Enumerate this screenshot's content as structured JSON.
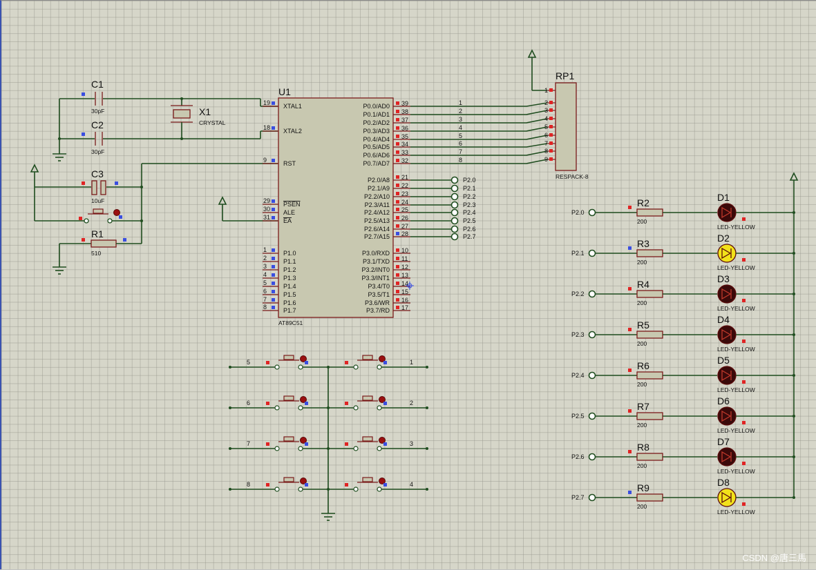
{
  "chip": {
    "ref": "U1",
    "part": "AT89C51",
    "left_pins": [
      {
        "num": "19",
        "name": "XTAL1"
      },
      {
        "num": "18",
        "name": "XTAL2"
      },
      {
        "num": "9",
        "name": "RST"
      },
      {
        "num": "29",
        "name": "PSEN"
      },
      {
        "num": "30",
        "name": "ALE"
      },
      {
        "num": "31",
        "name": "EA"
      },
      {
        "num": "1",
        "name": "P1.0"
      },
      {
        "num": "2",
        "name": "P1.1"
      },
      {
        "num": "3",
        "name": "P1.2"
      },
      {
        "num": "4",
        "name": "P1.3"
      },
      {
        "num": "5",
        "name": "P1.4"
      },
      {
        "num": "6",
        "name": "P1.5"
      },
      {
        "num": "7",
        "name": "P1.6"
      },
      {
        "num": "8",
        "name": "P1.7"
      }
    ],
    "right_pins": [
      {
        "num": "39",
        "name": "P0.0/AD0"
      },
      {
        "num": "38",
        "name": "P0.1/AD1"
      },
      {
        "num": "37",
        "name": "P0.2/AD2"
      },
      {
        "num": "36",
        "name": "P0.3/AD3"
      },
      {
        "num": "35",
        "name": "P0.4/AD4"
      },
      {
        "num": "34",
        "name": "P0.5/AD5"
      },
      {
        "num": "33",
        "name": "P0.6/AD6"
      },
      {
        "num": "32",
        "name": "P0.7/AD7"
      },
      {
        "num": "21",
        "name": "P2.0/A8"
      },
      {
        "num": "22",
        "name": "P2.1/A9"
      },
      {
        "num": "23",
        "name": "P2.2/A10"
      },
      {
        "num": "24",
        "name": "P2.3/A11"
      },
      {
        "num": "25",
        "name": "P2.4/A12"
      },
      {
        "num": "26",
        "name": "P2.5/A13"
      },
      {
        "num": "27",
        "name": "P2.6/A14"
      },
      {
        "num": "28",
        "name": "P2.7/A15"
      },
      {
        "num": "10",
        "name": "P3.0/RXD"
      },
      {
        "num": "11",
        "name": "P3.1/TXD"
      },
      {
        "num": "12",
        "name": "P3.2/INT0"
      },
      {
        "num": "13",
        "name": "P3.3/INT1"
      },
      {
        "num": "14",
        "name": "P3.4/T0"
      },
      {
        "num": "15",
        "name": "P3.5/T1"
      },
      {
        "num": "16",
        "name": "P3.6/WR"
      },
      {
        "num": "17",
        "name": "P3.7/RD"
      }
    ]
  },
  "p2_terminals": [
    "P2.0",
    "P2.1",
    "P2.2",
    "P2.3",
    "P2.4",
    "P2.5",
    "P2.6",
    "P2.7"
  ],
  "respack": {
    "ref": "RP1",
    "part": "RESPACK-8",
    "pins": [
      "1",
      "2",
      "3",
      "4",
      "5",
      "6",
      "7",
      "8",
      "9"
    ],
    "bus_labels": [
      "1",
      "2",
      "3",
      "4",
      "5",
      "6",
      "7",
      "8"
    ]
  },
  "c1": {
    "ref": "C1",
    "value": "30pF"
  },
  "c2": {
    "ref": "C2",
    "value": "30pF"
  },
  "c3": {
    "ref": "C3",
    "value": "10uF"
  },
  "x1": {
    "ref": "X1",
    "value": "CRYSTAL"
  },
  "r1": {
    "ref": "R1",
    "value": "510"
  },
  "leds": [
    {
      "port": "P2.0",
      "res": "R2",
      "res_val": "200",
      "led": "D1",
      "part": "LED-YELLOW",
      "lit": false
    },
    {
      "port": "P2.1",
      "res": "R3",
      "res_val": "200",
      "led": "D2",
      "part": "LED-YELLOW",
      "lit": true
    },
    {
      "port": "P2.2",
      "res": "R4",
      "res_val": "200",
      "led": "D3",
      "part": "LED-YELLOW",
      "lit": false
    },
    {
      "port": "P2.3",
      "res": "R5",
      "res_val": "200",
      "led": "D4",
      "part": "LED-YELLOW",
      "lit": false
    },
    {
      "port": "P2.4",
      "res": "R6",
      "res_val": "200",
      "led": "D5",
      "part": "LED-YELLOW",
      "lit": false
    },
    {
      "port": "P2.5",
      "res": "R7",
      "res_val": "200",
      "led": "D6",
      "part": "LED-YELLOW",
      "lit": false
    },
    {
      "port": "P2.6",
      "res": "R8",
      "res_val": "200",
      "led": "D7",
      "part": "LED-YELLOW",
      "lit": false
    },
    {
      "port": "P2.7",
      "res": "R9",
      "res_val": "200",
      "led": "D8",
      "part": "LED-YELLOW",
      "lit": true
    }
  ],
  "key_labels_left": [
    "5",
    "6",
    "7",
    "8"
  ],
  "key_labels_right": [
    "1",
    "2",
    "3",
    "4"
  ],
  "watermark": "CSDN @唐三馬",
  "colors": {
    "wire": "#1f4d1f",
    "component": "#7a1a1a",
    "led_off": "#3a0a0a",
    "led_on": "#f2e21a",
    "pin_marker_red": "#e02424",
    "pin_marker_blue": "#3a4ee0"
  }
}
